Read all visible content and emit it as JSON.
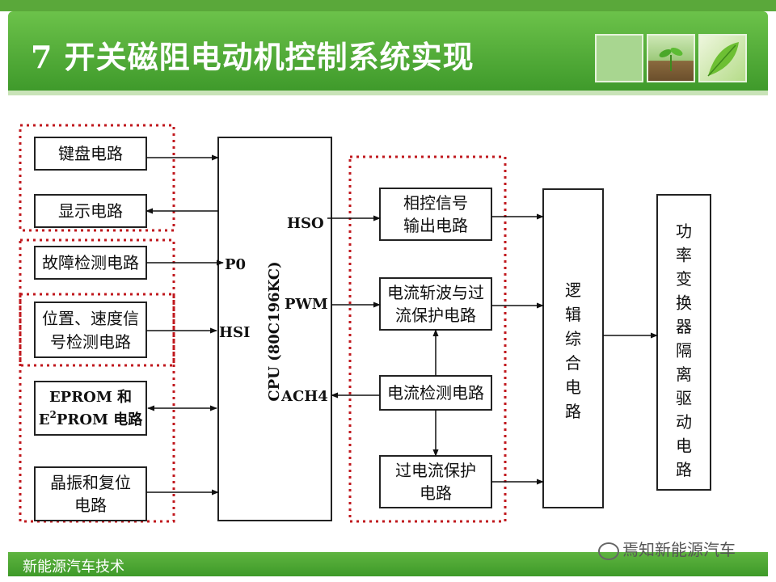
{
  "slide": {
    "title": "7 开关磁阻电动机控制系统实现",
    "footer": "新能源汽车技术",
    "watermark": "焉知新能源汽车"
  },
  "blocks": {
    "keyboard": "键盘电路",
    "display": "显示电路",
    "fault_line1": "故障检测电路",
    "position_line1": "位置、速度信",
    "position_line2": "号检测电路",
    "eprom_line1": "EPROM 和",
    "eprom_line2_a": "E",
    "eprom_line2_sup": "2",
    "eprom_line2_b": "PROM 电路",
    "crystal_line1": "晶振和复位",
    "crystal_line2": "电路",
    "cpu": "CPU (80C196KC)",
    "phase_line1": "相控信号",
    "phase_line2": "输出电路",
    "chopper_line1": "电流斩波与过",
    "chopper_line2": "流保护电路",
    "current_detect": "电流检测电路",
    "overcurrent_line1": "过电流保护",
    "overcurrent_line2": "电路",
    "logic": [
      "逻",
      "辑",
      "综",
      "合",
      "电",
      "路"
    ],
    "driver": [
      "功",
      "率",
      "变",
      "换",
      "器",
      "隔",
      "离",
      "驱",
      "动",
      "电",
      "路"
    ]
  },
  "ports": {
    "p0": "P0",
    "hsi": "HSI",
    "hso": "HSO",
    "pwm": "PWM",
    "ach4": "ACH4"
  }
}
